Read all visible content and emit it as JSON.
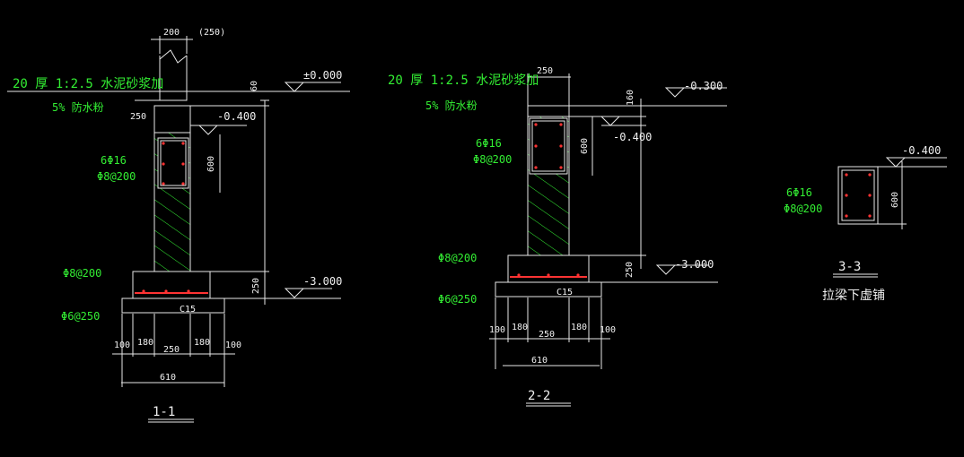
{
  "colors": {
    "background": "#000000",
    "lines": "#e8e8e8",
    "notes": "#33ee33",
    "rebar": "#ff3333",
    "hatch": "#33ee33"
  },
  "sec1": {
    "label": "1-1",
    "top_dim": "200",
    "top_alt": "(250)",
    "note_line1": "20 厚 1:2.5  水泥砂浆加",
    "note_line2": "5%  防水粉",
    "dim_250": "250",
    "elev_top": "±0.000",
    "dim_60": "60",
    "elev_mid": "-0.400",
    "dim_600": "600",
    "rebar_main": "6Φ16",
    "rebar_stirrup": "Φ8@200",
    "dim_250v": "250",
    "elev_bot": "-3.000",
    "rebar_footing": "Φ8@200",
    "concrete": "C15",
    "rebar_cushion": "Φ6@250",
    "bottom_dims": [
      "100",
      "180",
      "250",
      "180",
      "100"
    ],
    "total": "610"
  },
  "sec2": {
    "label": "2-2",
    "note_line1": "20 厚 1:2.5  水泥砂浆加",
    "note_line2": "5%  防水粉",
    "top_dim": "250",
    "elev_top": "-0.300",
    "dim_160": "160",
    "elev_mid": "-0.400",
    "dim_600": "600",
    "rebar_main": "6Φ16",
    "rebar_stirrup": "Φ8@200",
    "rebar_footing": "Φ8@200",
    "concrete": "C15",
    "rebar_cushion": "Φ6@250",
    "dim_250v": "250",
    "elev_bot": "-3.000",
    "bottom_dims": [
      "100",
      "180",
      "250",
      "180",
      "100"
    ],
    "total": "610"
  },
  "sec3": {
    "label": "3-3",
    "elev": "-0.400",
    "dim_600": "600",
    "rebar_main": "6Φ16",
    "rebar_stirrup": "Φ8@200",
    "caption": "拉梁下虚铺"
  }
}
